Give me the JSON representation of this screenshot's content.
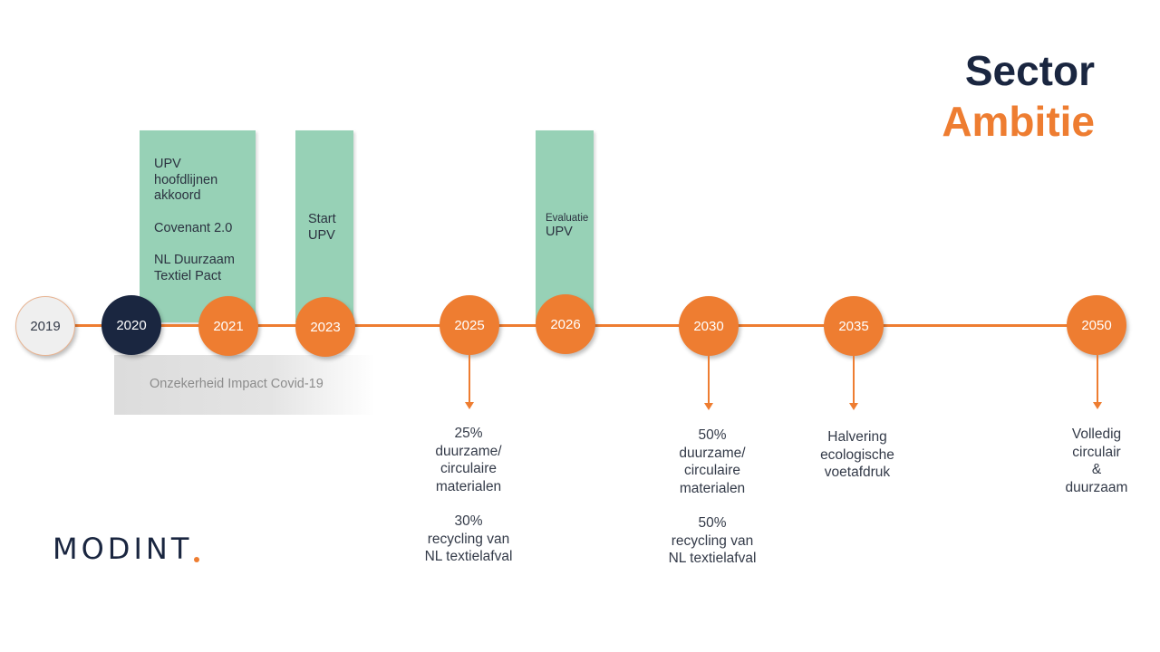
{
  "title": {
    "line1": "Sector",
    "line2": "Ambitie"
  },
  "boxes": [
    {
      "lines": [
        "UPV",
        "hoofdlijnen",
        "akkoord",
        "",
        "Covenant 2.0",
        "",
        "NL Duurzaam",
        "Textiel Pact"
      ]
    },
    {
      "lines": [
        "Start",
        "UPV"
      ]
    },
    {
      "label_small": "Evaluatie",
      "label": "UPV"
    }
  ],
  "covid_label": "Onzekerheid Impact Covid-19",
  "timeline": {
    "years": [
      "2019",
      "2020",
      "2021",
      "2023",
      "2025",
      "2026",
      "2030",
      "2035",
      "2050"
    ]
  },
  "goals": [
    {
      "year": "2025",
      "lines": [
        "25%",
        "duurzame/",
        "circulaire",
        "materialen",
        "",
        "30%",
        "recycling van",
        "NL textielafval"
      ]
    },
    {
      "year": "2030",
      "lines": [
        "50%",
        "duurzame/",
        "circulaire",
        "materialen",
        "",
        "50%",
        "recycling van",
        "NL textielafval"
      ]
    },
    {
      "year": "2035",
      "lines": [
        "Halvering",
        "ecologische",
        "voetafdruk"
      ]
    },
    {
      "year": "2050",
      "lines": [
        "Volledig",
        "circulair",
        "&",
        "duurzaam"
      ]
    }
  ],
  "logo": {
    "text": "MODINT"
  },
  "colors": {
    "orange": "#ee7d31",
    "navy": "#1a2640",
    "green": "#97d1b6",
    "grey": "#efefef"
  }
}
